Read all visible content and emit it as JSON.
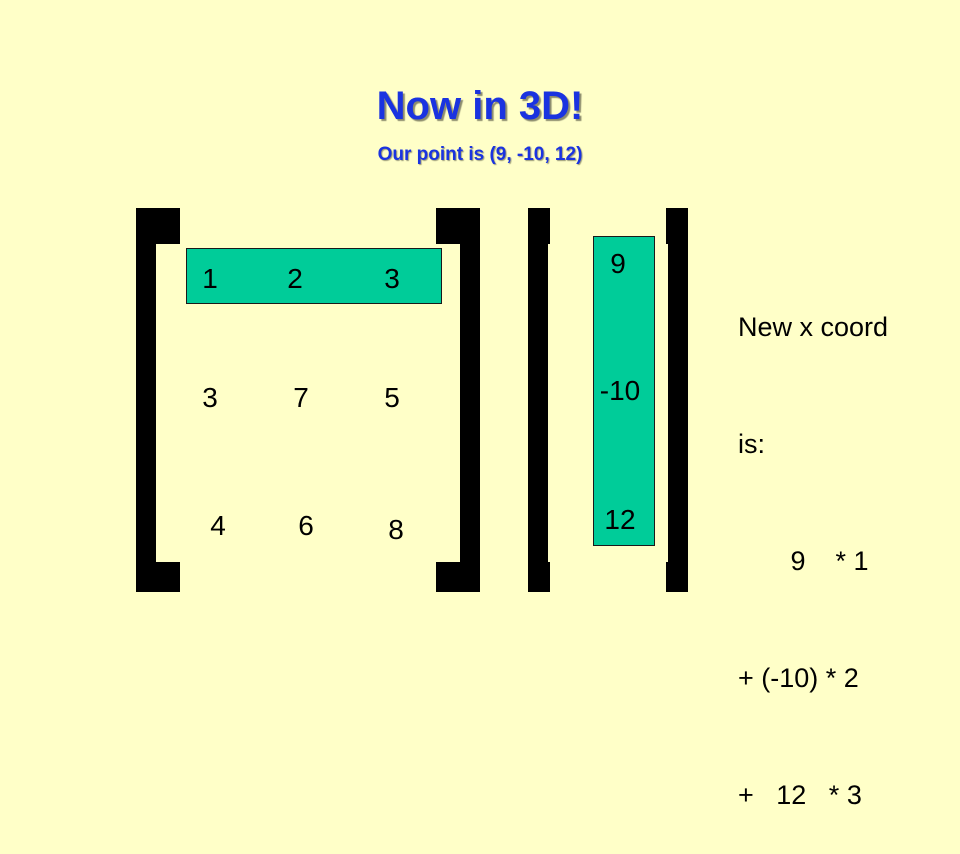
{
  "title": "Now in 3D!",
  "subtitle": "Our point is (9, -10, 12)",
  "matrix": {
    "rows": [
      [
        "1",
        "2",
        "3"
      ],
      [
        "3",
        "7",
        "5"
      ],
      [
        "4",
        "6",
        "8"
      ]
    ]
  },
  "vector": [
    "9",
    "-10",
    "12"
  ],
  "explanation": {
    "line1": "New x coord",
    "line2": "is:",
    "line3": "       9    * 1",
    "line4": "+ (-10) * 2",
    "line5": "+   12   * 3"
  },
  "colors": {
    "background": "#ffffc8",
    "title": "#1a33e0",
    "highlight": "#00cc99",
    "bracket": "#000000"
  }
}
